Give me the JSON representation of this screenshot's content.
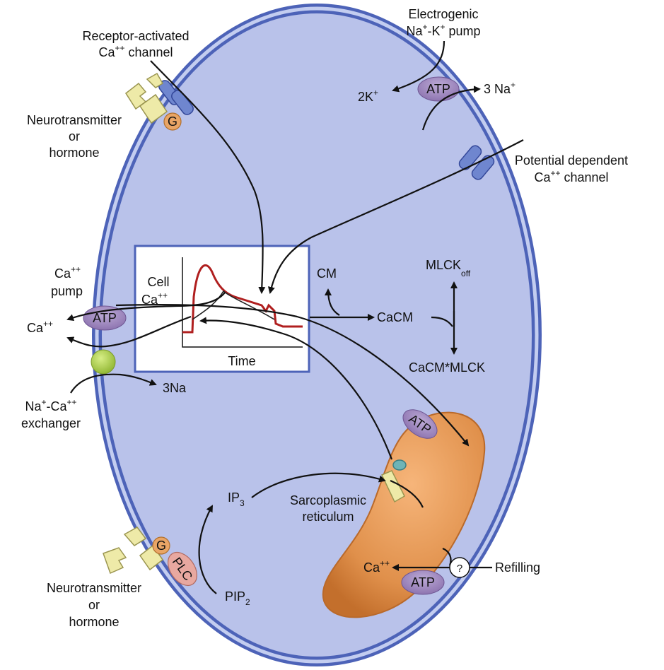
{
  "labels": {
    "receptor_channel_line1": "Receptor-activated",
    "receptor_channel_line2_main": "Ca",
    "receptor_channel_line2_sup": "++",
    "receptor_channel_line2_rest": " channel",
    "pump_line1": "Electrogenic",
    "pump_line2_na": "Na",
    "pump_line2_na_sup": "+",
    "pump_line2_mid": "-K",
    "pump_line2_k_sup": "+",
    "pump_line2_rest": " pump",
    "k_out_main": "2K",
    "k_out_sup": "+",
    "na_out_main": "3 Na",
    "na_out_sup": "+",
    "potential_channel_line1": "Potential dependent",
    "potential_channel_line2_main": "Ca",
    "potential_channel_line2_sup": "++",
    "potential_channel_line2_rest": " channel",
    "neurotransmitter_top_1": "Neurotransmitter",
    "neurotransmitter_top_2": "or",
    "neurotransmitter_top_3": "hormone",
    "ca_pump_1_main": "Ca",
    "ca_pump_1_sup": "++",
    "ca_pump_2": "pump",
    "ca_out_main": "Ca",
    "ca_out_sup": "++",
    "three_na": "3Na",
    "exchanger_1_na": "Na",
    "exchanger_1_na_sup": "+",
    "exchanger_1_mid": "-Ca",
    "exchanger_1_ca_sup": "++",
    "exchanger_2": "exchanger",
    "cm": "CM",
    "cacm": "CaCM",
    "mlck_main": "MLCK",
    "mlck_sub": "off",
    "cacm_mlck": "CaCM*MLCK",
    "ip3_main": "IP",
    "ip3_sub": "3",
    "pip2_main": "PIP",
    "pip2_sub": "2",
    "sr_1": "Sarcoplasmic",
    "sr_2": "reticulum",
    "sr_ca_main": "Ca",
    "sr_ca_sup": "++",
    "refilling": "Refilling",
    "unknown_mark": "?",
    "neurotransmitter_bottom_1": "Neurotransmitter",
    "neurotransmitter_bottom_2": "or",
    "neurotransmitter_bottom_3": "hormone",
    "g_top": "G",
    "g_bottom": "G",
    "plc": "PLC",
    "atp_pump": "ATP",
    "atp_ca_pump": "ATP",
    "atp_sr_top": "ATP",
    "atp_sr_bottom": "ATP"
  },
  "graph": {
    "ylabel_1": "Cell",
    "ylabel_2_main": "Ca",
    "ylabel_2_sup": "++",
    "xlabel": "Time"
  },
  "colors": {
    "cell_fill": "#b9c2ea",
    "membrane": "#5d72c4",
    "atp": "#a18bc0",
    "sr": "#e0904b",
    "g_protein": "#e9a566",
    "plc": "#e8a8a0",
    "receptor": "#eeeaa8",
    "exchanger": "#a8cd4a",
    "trace": "#b01f1f"
  }
}
